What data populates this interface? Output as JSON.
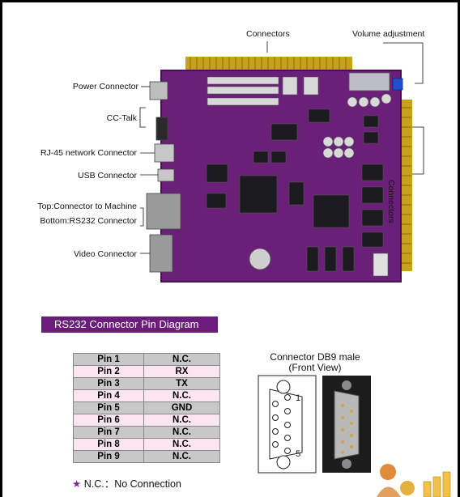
{
  "board_labels": {
    "connectors_top": "Connectors",
    "volume_adjustment": "Volume adjustment",
    "power_connector": "Power Connector",
    "cc_talk": "CC-Talk",
    "rj45": "RJ-45 network Connector",
    "usb": "USB Connector",
    "top_connector": "Top:Connector to Machine",
    "bottom_rs232": "Bottom:RS232 Connector",
    "video": "Video Connector",
    "connectors_right": "Connectors"
  },
  "section_title": "RS232 Connector Pin Diagram",
  "pins": [
    {
      "pin": "Pin  1",
      "function": "N.C."
    },
    {
      "pin": "Pin  2",
      "function": "RX"
    },
    {
      "pin": "Pin  3",
      "function": "TX"
    },
    {
      "pin": "Pin  4",
      "function": "N.C."
    },
    {
      "pin": "Pin  5",
      "function": "GND"
    },
    {
      "pin": "Pin  6",
      "function": "N.C."
    },
    {
      "pin": "Pin  7",
      "function": "N.C."
    },
    {
      "pin": "Pin  8",
      "function": "N.C."
    },
    {
      "pin": "Pin  9",
      "function": "N.C."
    }
  ],
  "footnote": {
    "star": "★",
    "text": "N.C.：No Connection"
  },
  "db9": {
    "title_line1": "Connector DB9 male",
    "title_line2": "(Front View)",
    "pin_label_1": "1",
    "pin_label_5": "5"
  },
  "colors": {
    "board": "#6a1f78",
    "banner": "#6b1d7c",
    "gold": "#c9a21c",
    "table_odd": "#c8c8c8",
    "table_even": "#fbe5f0"
  }
}
